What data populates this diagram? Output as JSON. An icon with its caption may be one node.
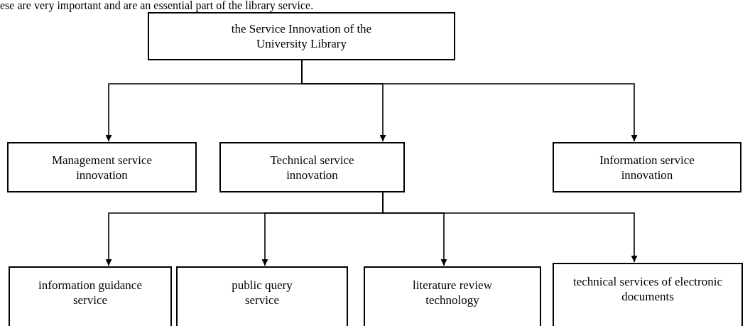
{
  "diagram": {
    "nodes": [
      {
        "text": [
          "the Service Innovation of the University Library"
        ]
      },
      {
        "text": [
          "Management service innovation"
        ]
      },
      {
        "text": [
          "Technical service innovation"
        ]
      },
      {
        "text": [
          "Information service innovation"
        ]
      },
      {
        "text": [
          "information guidance service"
        ]
      },
      {
        "text": [
          "public query service"
        ]
      },
      {
        "text": [
          "literature review technology"
        ]
      },
      {
        "text": [
          "technical services of electronic documents"
        ]
      }
    ],
    "edges": [
      {
        "from": 0,
        "to": 1,
        "arrow": "to"
      },
      {
        "from": 0,
        "to": 2,
        "arrow": "to"
      },
      {
        "from": 0,
        "to": 3,
        "arrow": "to"
      },
      {
        "from": 2,
        "to": 4,
        "arrow": "to"
      },
      {
        "from": 2,
        "to": 5,
        "arrow": "to"
      },
      {
        "from": 2,
        "to": 6,
        "arrow": "to"
      },
      {
        "from": 2,
        "to": 7,
        "arrow": "to"
      }
    ],
    "labels": [
      "ese are very important and are an essential part of the library service."
    ]
  }
}
